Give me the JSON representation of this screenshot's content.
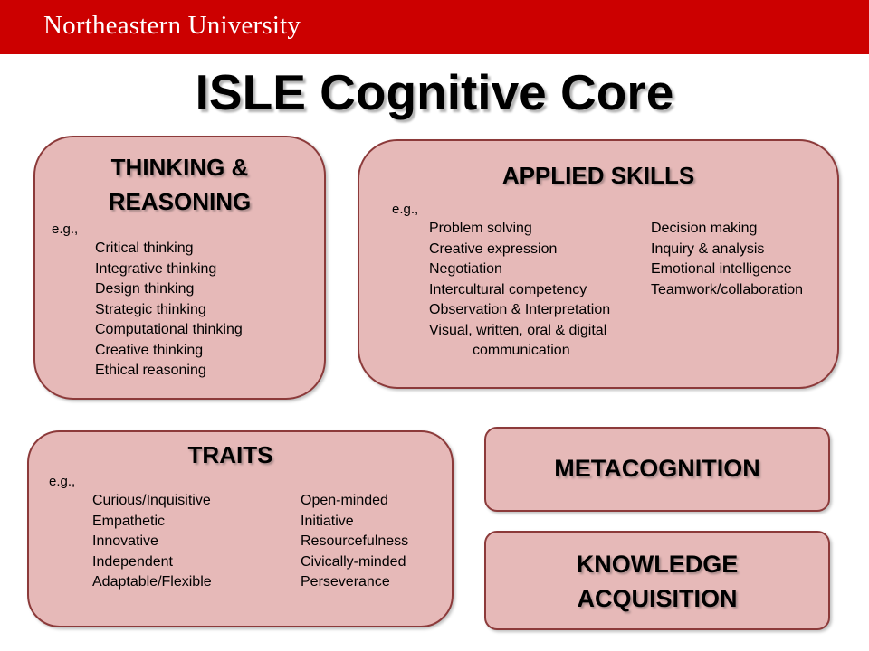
{
  "header": {
    "brand": "Northeastern University"
  },
  "title": "ISLE Cognitive Core",
  "thinking": {
    "heading_line1": "THINKING &",
    "heading_line2": "REASONING",
    "eg": "e.g.,",
    "items": [
      "Critical thinking",
      "Integrative thinking",
      "Design thinking",
      "Strategic thinking",
      "Computational thinking",
      "Creative thinking",
      "Ethical reasoning"
    ]
  },
  "applied": {
    "heading": "APPLIED SKILLS",
    "eg": "e.g.,",
    "col1": [
      "Problem solving",
      "Creative expression",
      "Negotiation",
      "Intercultural competency",
      "Observation & Interpretation",
      "Visual, written, oral & digital"
    ],
    "col1_continuation": "communication",
    "col2": [
      "Decision making",
      "Inquiry & analysis",
      "Emotional intelligence",
      "Teamwork/collaboration"
    ]
  },
  "traits": {
    "heading": "TRAITS",
    "eg": "e.g.,",
    "col1": [
      "Curious/Inquisitive",
      "Empathetic",
      "Innovative",
      "Independent",
      "Adaptable/Flexible"
    ],
    "col2": [
      "Open-minded",
      "Initiative",
      "Resourcefulness",
      "Civically-minded",
      "Perseverance"
    ]
  },
  "metacognition": {
    "heading": "METACOGNITION"
  },
  "knowledge": {
    "heading_line1": "KNOWLEDGE",
    "heading_line2": "ACQUISITION"
  },
  "colors": {
    "banner": "#cc0000",
    "box_fill": "#e6b9b8",
    "box_border": "#8c3a3a"
  }
}
